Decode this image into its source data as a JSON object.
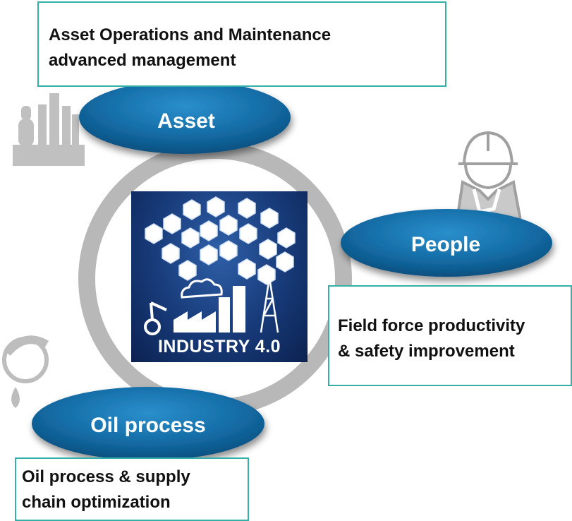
{
  "callouts": {
    "asset": [
      "Asset Operations and Maintenance",
      "advanced management"
    ],
    "people": [
      "Field force productivity",
      "& safety improvement"
    ],
    "oil": [
      "Oil process & supply",
      "chain optimization"
    ]
  },
  "nodes": {
    "asset": "Asset",
    "people": "People",
    "oil": "Oil process"
  },
  "center": {
    "title": "INDUSTRY 4.0"
  },
  "colors": {
    "oval": "#1470a8",
    "callout_border": "#35b0a6",
    "ring": "#b5b5b5",
    "icon_gray": "#bdbdbd",
    "panel_bg": "#173a78"
  },
  "icons": [
    "refinery-icon",
    "worker-icon",
    "oil-drop-icon",
    "industry-hexagon-icons",
    "factory-icon"
  ]
}
